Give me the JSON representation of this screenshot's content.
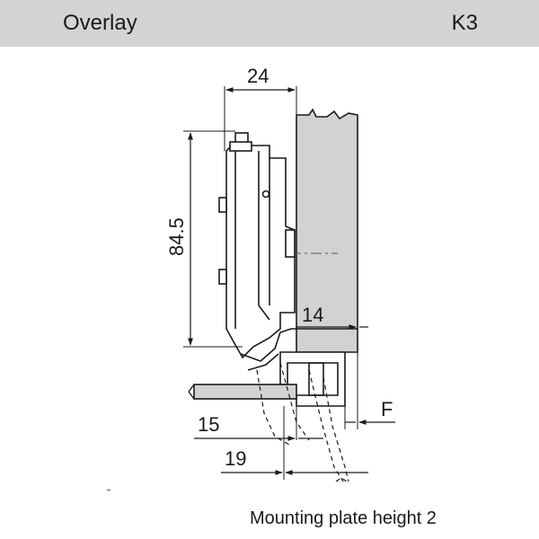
{
  "header": {
    "title": "Overlay",
    "code": "K3"
  },
  "drawing": {
    "dimensions": {
      "top_width": "24",
      "height": "84.5",
      "door_offset": "14",
      "plate_inner": "15",
      "plate_outer": "19",
      "overlay": "F"
    }
  },
  "footer": {
    "caption": "Mounting plate height 2"
  }
}
